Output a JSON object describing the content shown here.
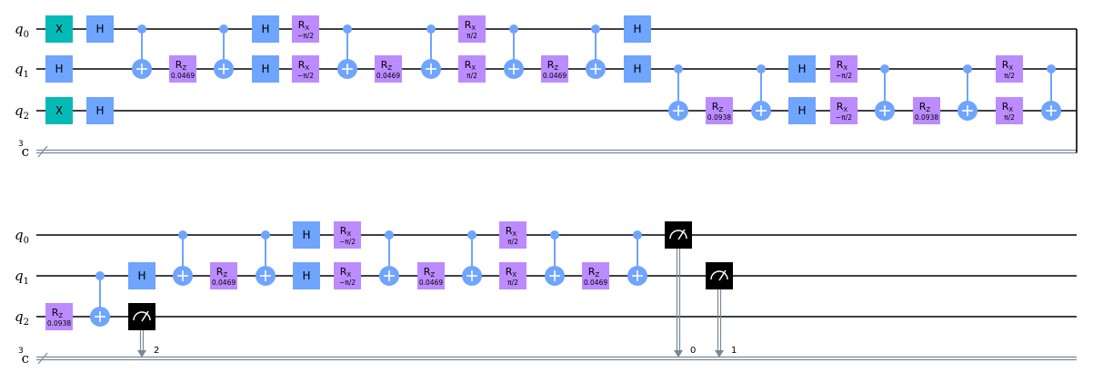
{
  "labels": {
    "qubit_symbol": "q",
    "qubits": [
      "0",
      "1",
      "2"
    ],
    "creg": "c",
    "creg_size": "3",
    "gates": {
      "X": "X",
      "H": "H",
      "R": "R",
      "X_sub": "X",
      "Z_sub": "Z"
    },
    "params": {
      "neg_half_pi": "−π/2",
      "half_pi": "π/2",
      "z1": "0.0469",
      "z2": "0.0938"
    },
    "meas_bits": [
      "0",
      "1",
      "2"
    ]
  },
  "circuit": {
    "panels": [
      {
        "ops": [
          {
            "type": "gate",
            "kind": "X",
            "q": 0,
            "col": 0
          },
          {
            "type": "gate",
            "kind": "X",
            "q": 2,
            "col": 0
          },
          {
            "type": "gate",
            "kind": "H",
            "q": 1,
            "col": 0
          },
          {
            "type": "gate",
            "kind": "H",
            "q": 0,
            "col": 1
          },
          {
            "type": "gate",
            "kind": "H",
            "q": 2,
            "col": 1
          },
          {
            "type": "cx",
            "c": 0,
            "t": 1,
            "col": 2
          },
          {
            "type": "rz",
            "q": 1,
            "param": "z1",
            "col": 3
          },
          {
            "type": "cx",
            "c": 0,
            "t": 1,
            "col": 4
          },
          {
            "type": "gate",
            "kind": "H",
            "q": 0,
            "col": 5
          },
          {
            "type": "gate",
            "kind": "H",
            "q": 1,
            "col": 5
          },
          {
            "type": "rx",
            "q": 0,
            "param": "neg_half_pi",
            "col": 6
          },
          {
            "type": "rx",
            "q": 1,
            "param": "neg_half_pi",
            "col": 6
          },
          {
            "type": "cx",
            "c": 0,
            "t": 1,
            "col": 7
          },
          {
            "type": "rz",
            "q": 1,
            "param": "z1",
            "col": 8
          },
          {
            "type": "cx",
            "c": 0,
            "t": 1,
            "col": 9
          },
          {
            "type": "rx",
            "q": 0,
            "param": "half_pi",
            "col": 10
          },
          {
            "type": "rx",
            "q": 1,
            "param": "half_pi",
            "col": 10
          },
          {
            "type": "cx",
            "c": 0,
            "t": 1,
            "col": 11
          },
          {
            "type": "rz",
            "q": 1,
            "param": "z1",
            "col": 12
          },
          {
            "type": "cx",
            "c": 0,
            "t": 1,
            "col": 13
          },
          {
            "type": "gate",
            "kind": "H",
            "q": 0,
            "col": 14
          },
          {
            "type": "gate",
            "kind": "H",
            "q": 1,
            "col": 14
          },
          {
            "type": "cx",
            "c": 1,
            "t": 2,
            "col": 15
          },
          {
            "type": "rz",
            "q": 2,
            "param": "z2",
            "col": 16
          },
          {
            "type": "cx",
            "c": 1,
            "t": 2,
            "col": 17
          },
          {
            "type": "gate",
            "kind": "H",
            "q": 1,
            "col": 18
          },
          {
            "type": "gate",
            "kind": "H",
            "q": 2,
            "col": 18
          },
          {
            "type": "rx",
            "q": 1,
            "param": "neg_half_pi",
            "col": 19
          },
          {
            "type": "rx",
            "q": 2,
            "param": "neg_half_pi",
            "col": 19
          },
          {
            "type": "cx",
            "c": 1,
            "t": 2,
            "col": 20
          },
          {
            "type": "rz",
            "q": 2,
            "param": "z2",
            "col": 21
          },
          {
            "type": "cx",
            "c": 1,
            "t": 2,
            "col": 22
          },
          {
            "type": "rx",
            "q": 1,
            "param": "half_pi",
            "col": 23
          },
          {
            "type": "rx",
            "q": 2,
            "param": "half_pi",
            "col": 23
          },
          {
            "type": "cx",
            "c": 1,
            "t": 2,
            "col": 24
          }
        ]
      },
      {
        "ops": [
          {
            "type": "rz",
            "q": 2,
            "param": "z2",
            "col": 0
          },
          {
            "type": "cx",
            "c": 1,
            "t": 2,
            "col": 1
          },
          {
            "type": "gate",
            "kind": "H",
            "q": 1,
            "col": 2
          },
          {
            "type": "measure",
            "q": 2,
            "bit": 2,
            "col": 2
          },
          {
            "type": "cx",
            "c": 0,
            "t": 1,
            "col": 3
          },
          {
            "type": "rz",
            "q": 1,
            "param": "z1",
            "col": 4
          },
          {
            "type": "cx",
            "c": 0,
            "t": 1,
            "col": 5
          },
          {
            "type": "gate",
            "kind": "H",
            "q": 0,
            "col": 6
          },
          {
            "type": "gate",
            "kind": "H",
            "q": 1,
            "col": 6
          },
          {
            "type": "rx",
            "q": 0,
            "param": "neg_half_pi",
            "col": 7
          },
          {
            "type": "rx",
            "q": 1,
            "param": "neg_half_pi",
            "col": 7
          },
          {
            "type": "cx",
            "c": 0,
            "t": 1,
            "col": 8
          },
          {
            "type": "rz",
            "q": 1,
            "param": "z1",
            "col": 9
          },
          {
            "type": "cx",
            "c": 0,
            "t": 1,
            "col": 10
          },
          {
            "type": "rx",
            "q": 0,
            "param": "half_pi",
            "col": 11
          },
          {
            "type": "rx",
            "q": 1,
            "param": "half_pi",
            "col": 11
          },
          {
            "type": "cx",
            "c": 0,
            "t": 1,
            "col": 12
          },
          {
            "type": "rz",
            "q": 1,
            "param": "z1",
            "col": 13
          },
          {
            "type": "cx",
            "c": 0,
            "t": 1,
            "col": 14
          },
          {
            "type": "measure",
            "q": 0,
            "bit": 0,
            "col": 15
          },
          {
            "type": "measure",
            "q": 1,
            "bit": 1,
            "col": 16
          }
        ]
      }
    ]
  }
}
